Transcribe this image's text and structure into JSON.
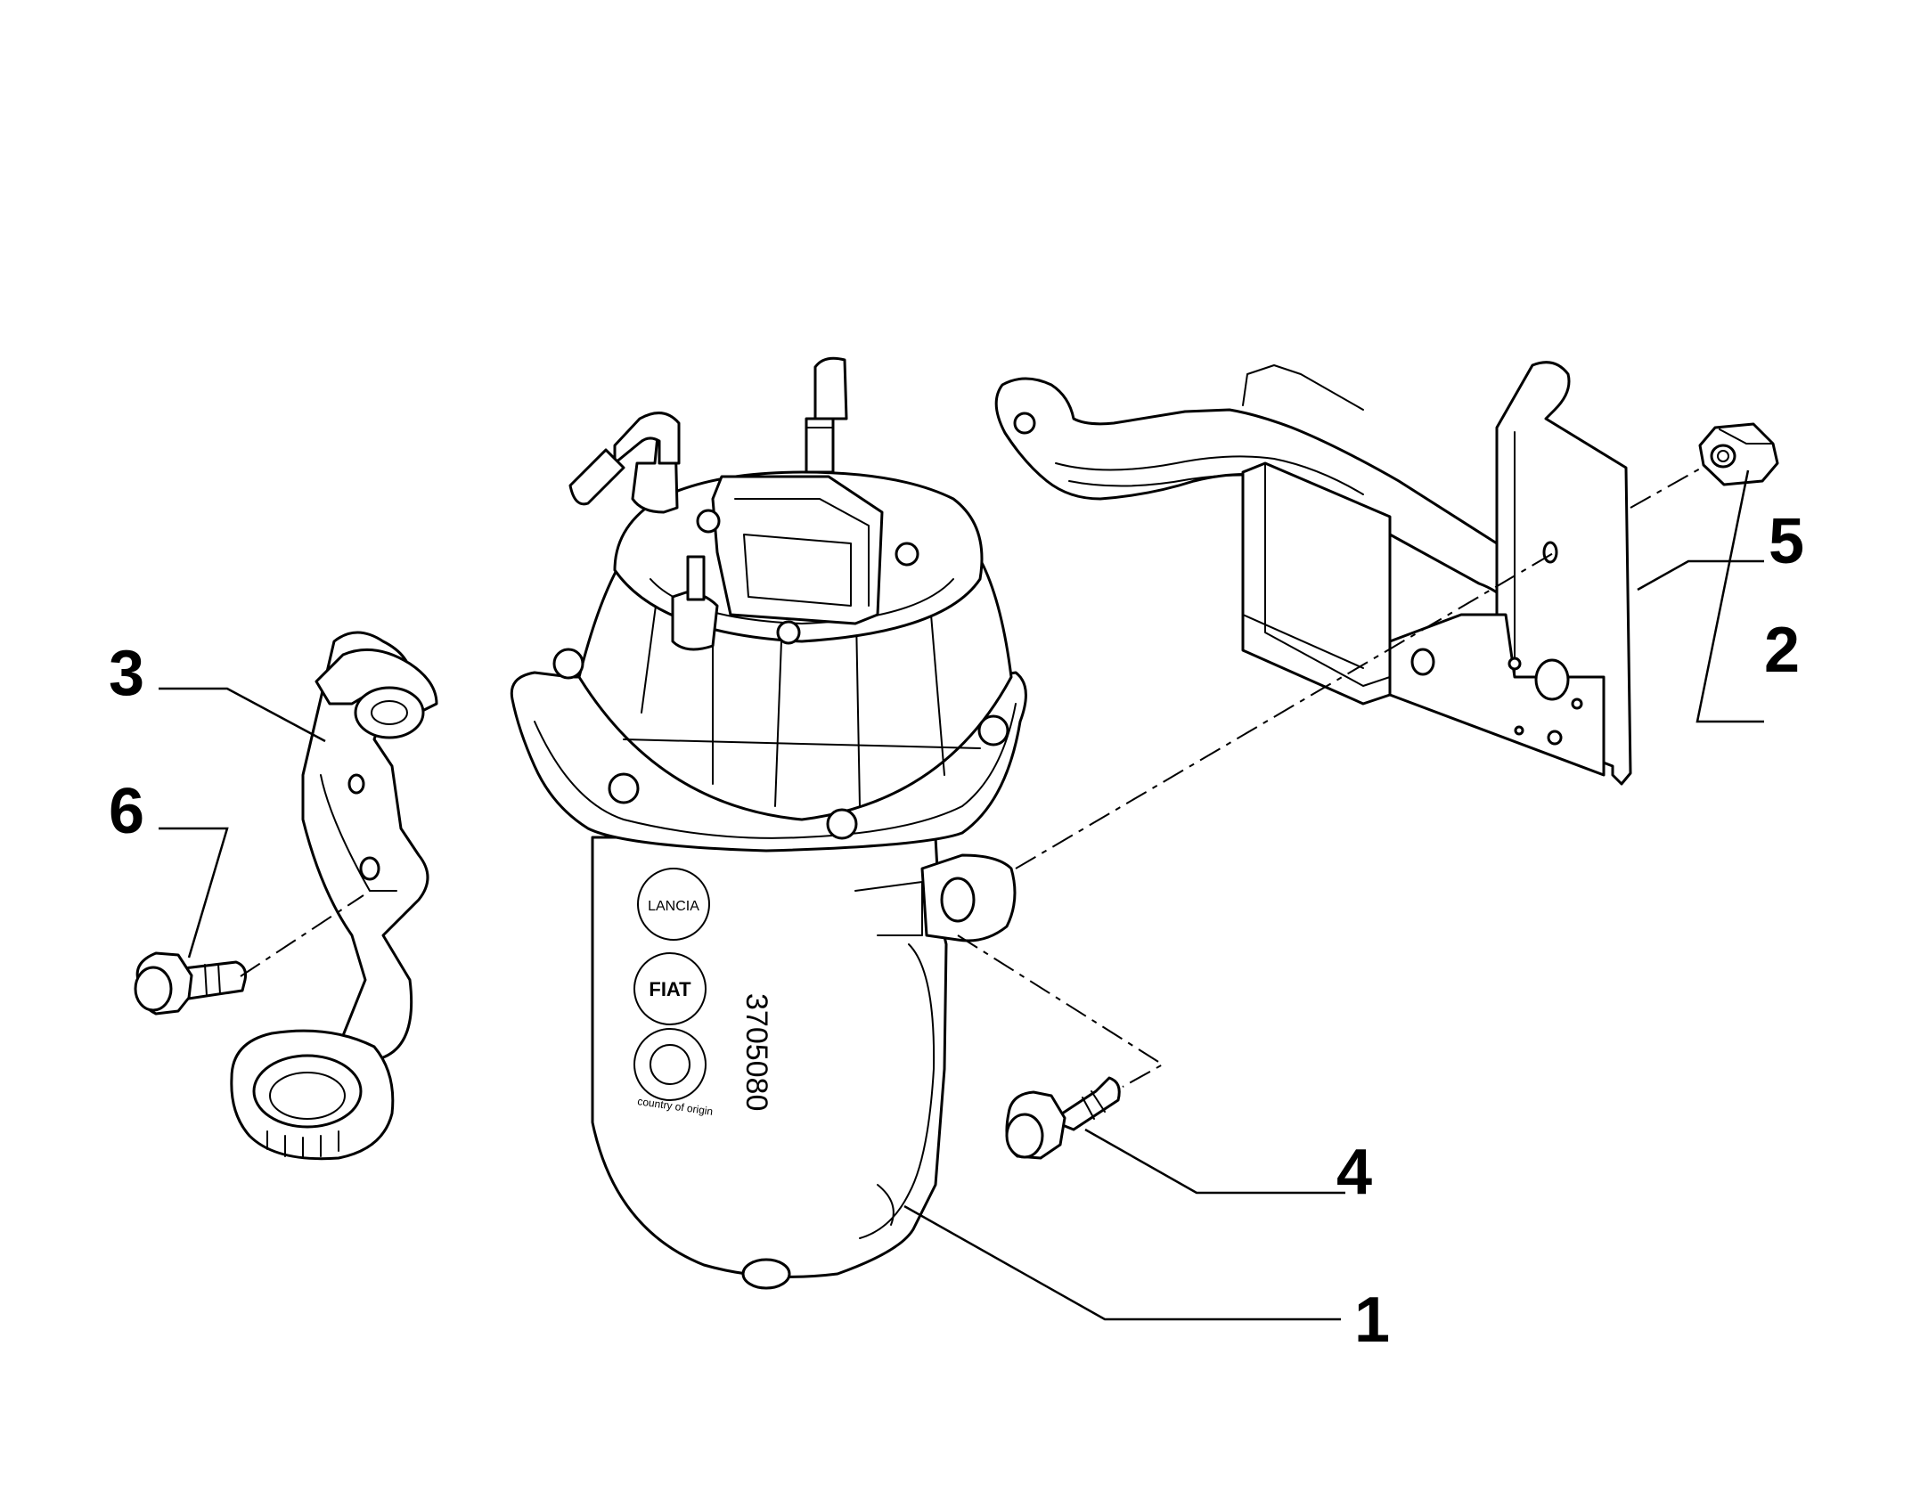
{
  "callouts": {
    "part_1": "1",
    "part_2": "2",
    "part_3": "3",
    "part_4": "4",
    "part_5": "5",
    "part_6": "6"
  },
  "housing_markings": {
    "part_number": "3705080",
    "origin_text": "country of origin",
    "brand_fiat": "FIAT",
    "brand_lancia": "LANCIA"
  },
  "colors": {
    "line": "#000000",
    "background": "#ffffff"
  }
}
